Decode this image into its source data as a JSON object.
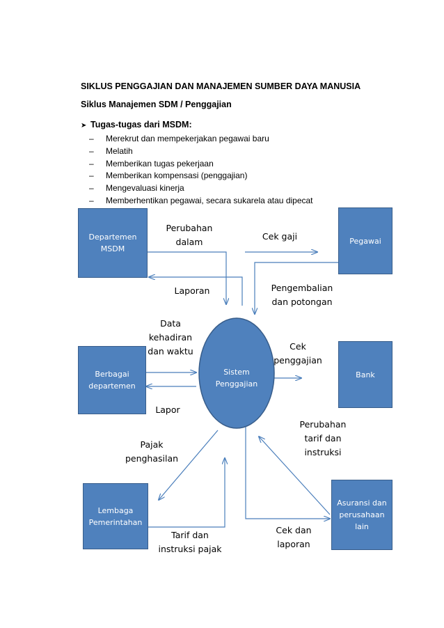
{
  "title": "SIKLUS PENGGAJIAN DAN MANAJEMEN SUMBER DAYA MANUSIA",
  "subtitle": "Siklus Manajemen SDM / Penggajian",
  "tasks_heading": "Tugas-tugas dari MSDM:",
  "bullet_icon": "arrow-bullet-icon",
  "dash": "–",
  "tasks": [
    "Merekrut dan mempekerjakan pegawai baru",
    "Melatih",
    "Memberikan tugas pekerjaan",
    "Memberikan kompensasi (penggajian)",
    "Mengevaluasi  kinerja",
    "Memberhentikan  pegawai, secara sukarela atau dipecat"
  ],
  "diagram": {
    "colors": {
      "box_fill": "#4f81bd",
      "box_border": "#385d8a",
      "arrow": "#4a7ebb"
    },
    "nodes": {
      "departemen_msdm": [
        "Departemen",
        "MSDM"
      ],
      "pegawai": [
        "Pegawai"
      ],
      "berbagai_departemen": [
        "Berbagai",
        "departemen"
      ],
      "sistem_penggajian": [
        "Sistem",
        "Penggajian"
      ],
      "bank": [
        "Bank"
      ],
      "lembaga_pemerintahan": [
        "Lembaga",
        "Pemerintahan"
      ],
      "asuransi": [
        "Asuransi dan",
        "perusahaan",
        "lain"
      ]
    },
    "flows": {
      "perubahan_dalam": [
        "Perubahan",
        "dalam"
      ],
      "laporan": [
        "Laporan"
      ],
      "cek_gaji": [
        "Cek gaji"
      ],
      "pengembalian": [
        "Pengembalian",
        "dan potongan"
      ],
      "data_kehadiran": [
        "Data",
        "kehadiran",
        "dan waktu"
      ],
      "lapor": [
        "Lapor"
      ],
      "cek_penggajian": [
        "Cek",
        "penggajian"
      ],
      "pajak_penghasilan": [
        "Pajak",
        "penghasilan"
      ],
      "tarif_pajak": [
        "Tarif dan",
        "instruksi pajak"
      ],
      "perubahan_tarif": [
        "Perubahan",
        "tarif dan",
        "instruksi"
      ],
      "cek_laporan": [
        "Cek dan",
        "laporan"
      ]
    }
  }
}
